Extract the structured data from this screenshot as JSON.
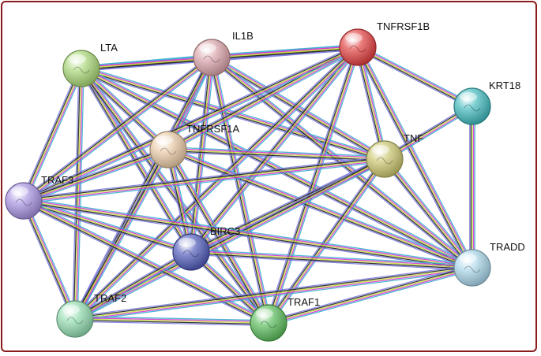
{
  "network": {
    "nodes": [
      {
        "id": "LTA",
        "label": "LTA",
        "color": "#a6d672"
      },
      {
        "id": "IL1B",
        "label": "IL1B",
        "color": "#d8a0a6"
      },
      {
        "id": "TNFRSF1B",
        "label": "TNFRSF1B",
        "color": "#e23a3a"
      },
      {
        "id": "KRT18",
        "label": "KRT18",
        "color": "#3bb8bc"
      },
      {
        "id": "TNFRSF1A",
        "label": "TNFRSF1A",
        "color": "#e8c8a2"
      },
      {
        "id": "TNF",
        "label": "TNF",
        "color": "#c9c46a"
      },
      {
        "id": "TRAF3",
        "label": "TRAF3",
        "color": "#a48ee0"
      },
      {
        "id": "BIRC3",
        "label": "BIRC3",
        "color": "#4b56b8"
      },
      {
        "id": "TRADD",
        "label": "TRADD",
        "color": "#a7d5ea"
      },
      {
        "id": "TRAF2",
        "label": "TRAF2",
        "color": "#8fdcae"
      },
      {
        "id": "TRAF1",
        "label": "TRAF1",
        "color": "#56bb58"
      }
    ],
    "edges": [
      [
        "LTA",
        "IL1B"
      ],
      [
        "LTA",
        "TNFRSF1B"
      ],
      [
        "LTA",
        "TNFRSF1A"
      ],
      [
        "LTA",
        "TNF"
      ],
      [
        "LTA",
        "TRAF3"
      ],
      [
        "LTA",
        "BIRC3"
      ],
      [
        "LTA",
        "TRADD"
      ],
      [
        "LTA",
        "TRAF2"
      ],
      [
        "LTA",
        "TRAF1"
      ],
      [
        "IL1B",
        "TNFRSF1B"
      ],
      [
        "IL1B",
        "TNFRSF1A"
      ],
      [
        "IL1B",
        "TNF"
      ],
      [
        "IL1B",
        "TRAF3"
      ],
      [
        "IL1B",
        "BIRC3"
      ],
      [
        "IL1B",
        "TRAF2"
      ],
      [
        "IL1B",
        "TRAF1"
      ],
      [
        "IL1B",
        "TRADD"
      ],
      [
        "TNFRSF1B",
        "TNFRSF1A"
      ],
      [
        "TNFRSF1B",
        "TNF"
      ],
      [
        "TNFRSF1B",
        "TRAF3"
      ],
      [
        "TNFRSF1B",
        "BIRC3"
      ],
      [
        "TNFRSF1B",
        "TRADD"
      ],
      [
        "TNFRSF1B",
        "TRAF2"
      ],
      [
        "TNFRSF1B",
        "TRAF1"
      ],
      [
        "TNFRSF1B",
        "KRT18"
      ],
      [
        "KRT18",
        "TNF"
      ],
      [
        "KRT18",
        "TRADD"
      ],
      [
        "TNFRSF1A",
        "TNF"
      ],
      [
        "TNFRSF1A",
        "TRAF3"
      ],
      [
        "TNFRSF1A",
        "BIRC3"
      ],
      [
        "TNFRSF1A",
        "TRADD"
      ],
      [
        "TNFRSF1A",
        "TRAF2"
      ],
      [
        "TNFRSF1A",
        "TRAF1"
      ],
      [
        "TNF",
        "TRAF3"
      ],
      [
        "TNF",
        "BIRC3"
      ],
      [
        "TNF",
        "TRADD"
      ],
      [
        "TNF",
        "TRAF2"
      ],
      [
        "TNF",
        "TRAF1"
      ],
      [
        "TRAF3",
        "BIRC3"
      ],
      [
        "TRAF3",
        "TRADD"
      ],
      [
        "TRAF3",
        "TRAF2"
      ],
      [
        "TRAF3",
        "TRAF1"
      ],
      [
        "BIRC3",
        "TRADD"
      ],
      [
        "BIRC3",
        "TRAF2"
      ],
      [
        "BIRC3",
        "TRAF1"
      ],
      [
        "TRADD",
        "TRAF2"
      ],
      [
        "TRADD",
        "TRAF1"
      ],
      [
        "TRAF2",
        "TRAF1"
      ]
    ],
    "edge_colors": [
      "#3ab0d0",
      "#d23ad2",
      "#c6dc3a",
      "#222222",
      "#7a7ae0"
    ]
  }
}
